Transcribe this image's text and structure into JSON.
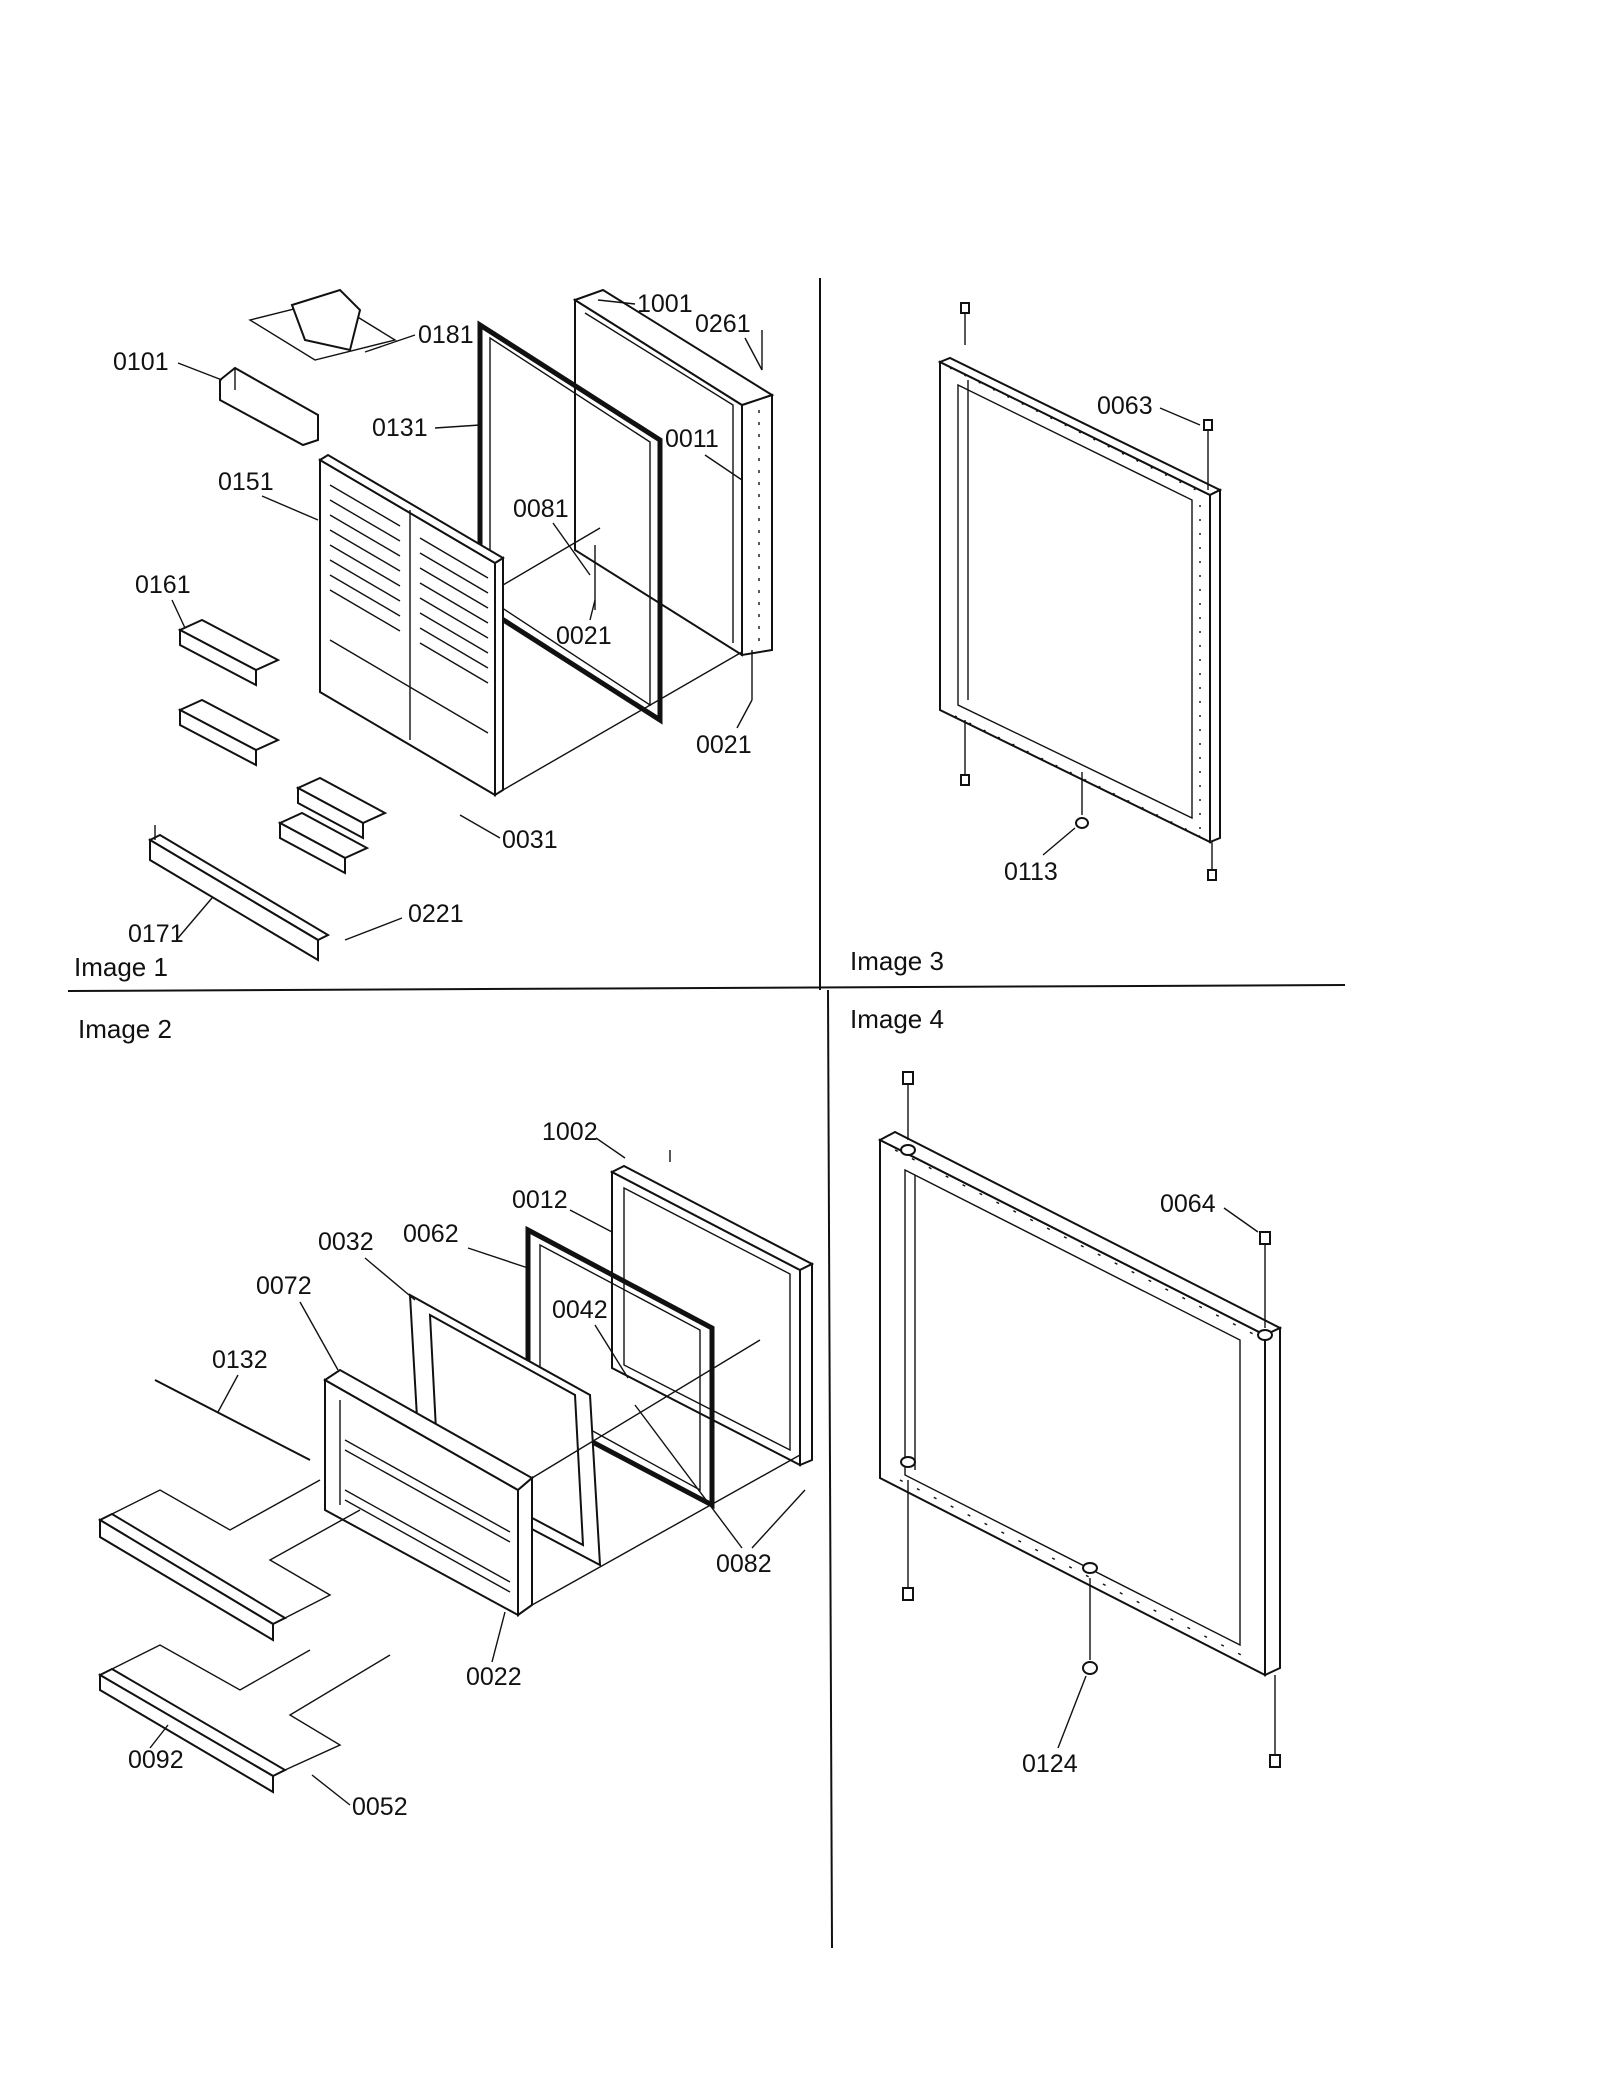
{
  "panels": {
    "image1": {
      "caption": "Image 1",
      "labels": [
        "0101",
        "0181",
        "0131",
        "1001",
        "0261",
        "0011",
        "0151",
        "0081",
        "0021",
        "0161",
        "0021",
        "0031",
        "0171",
        "0221"
      ]
    },
    "image2": {
      "caption": "Image 2",
      "labels": [
        "1002",
        "0012",
        "0032",
        "0062",
        "0072",
        "0042",
        "0132",
        "0082",
        "0022",
        "0092",
        "0052"
      ]
    },
    "image3": {
      "caption": "Image 3",
      "labels": [
        "0063",
        "0113"
      ]
    },
    "image4": {
      "caption": "Image 4",
      "labels": [
        "0064",
        "0124"
      ]
    }
  }
}
